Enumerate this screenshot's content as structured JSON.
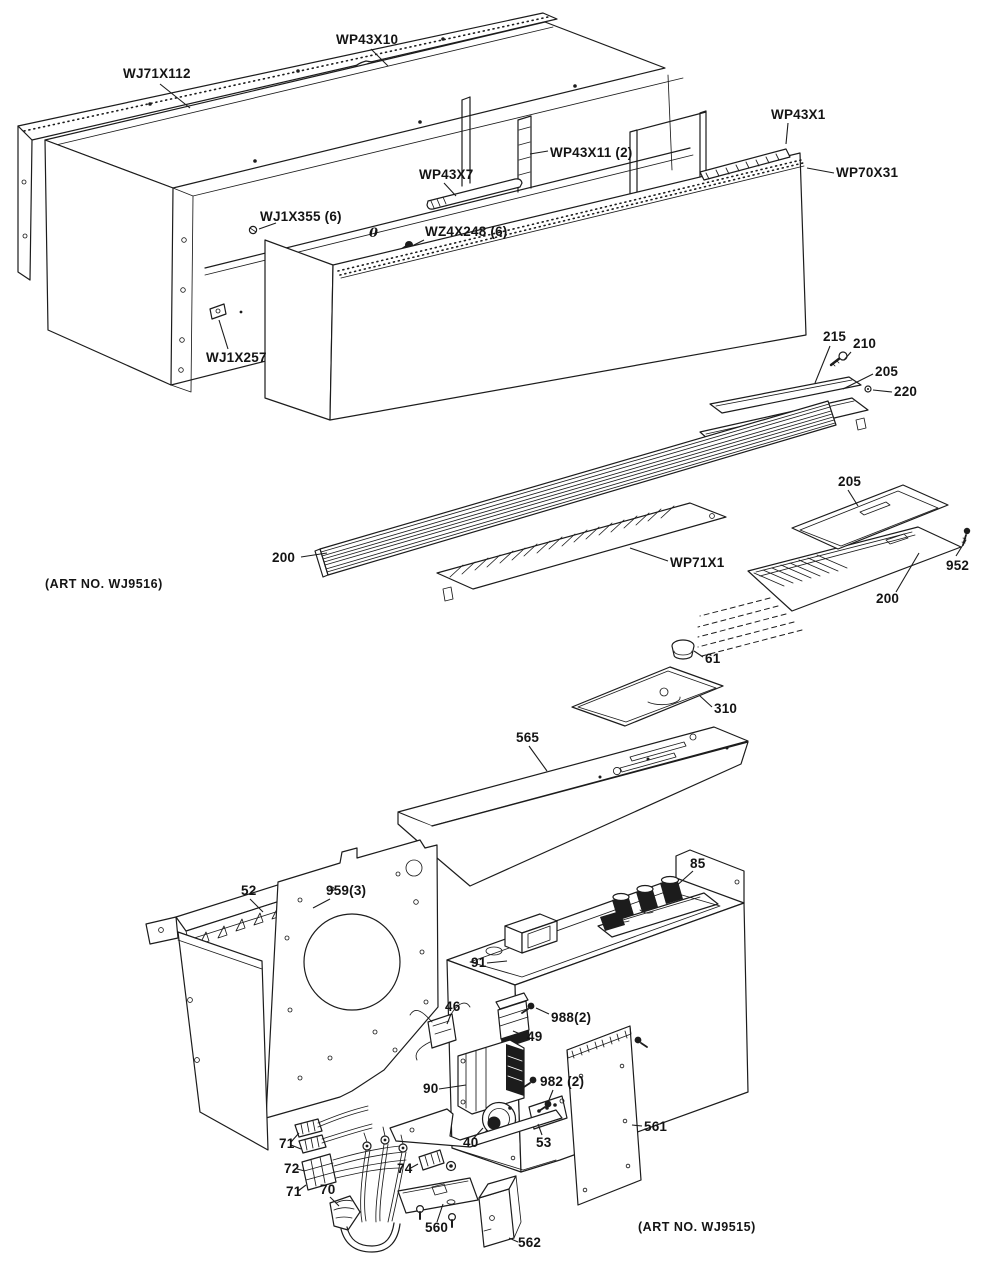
{
  "page": {
    "background": "#ffffff",
    "ink": "#1c1c1c"
  },
  "upper": {
    "art_no": "(ART NO. WJ9516)",
    "labels": {
      "wj71x112": "WJ71X112",
      "wp43x10": "WP43X10",
      "wp43x11": "WP43X11 (2)",
      "wp43x7": "WP43X7",
      "wj1x355": "WJ1X355 (6)",
      "zero_mark": "0",
      "wz4x248": "WZ4X248 (6)",
      "wp43x1": "WP43X1",
      "wp70x31": "WP70X31",
      "wj1x257": "WJ1X257",
      "shelf_215": "215",
      "screw_210": "210",
      "panel_205_left": "205",
      "screw_220": "220",
      "panel_205_right": "205",
      "screw_952": "952",
      "tray_200_right": "200",
      "tray_200_left": "200",
      "wp71x1": "WP71X1"
    }
  },
  "lower": {
    "art_no": "(ART NO. WJ9515)",
    "labels": {
      "knob_61": "61",
      "plate_310": "310",
      "cover_565": "565",
      "board_85": "85",
      "bracket_52": "52",
      "screws_959": "959(3)",
      "chassis_91": "91",
      "switch_46": "46",
      "coil_49": "49",
      "screws_988": "988(2)",
      "transformer_90": "90",
      "screws_982": "982 (2)",
      "terminal_53": "53",
      "panel_561": "561",
      "conn_71a": "71",
      "conn_72": "72",
      "conn_71b": "71",
      "plug_70": "70",
      "block_74": "74",
      "motor_40": "40",
      "plate_560": "560",
      "bracket_562": "562"
    }
  }
}
